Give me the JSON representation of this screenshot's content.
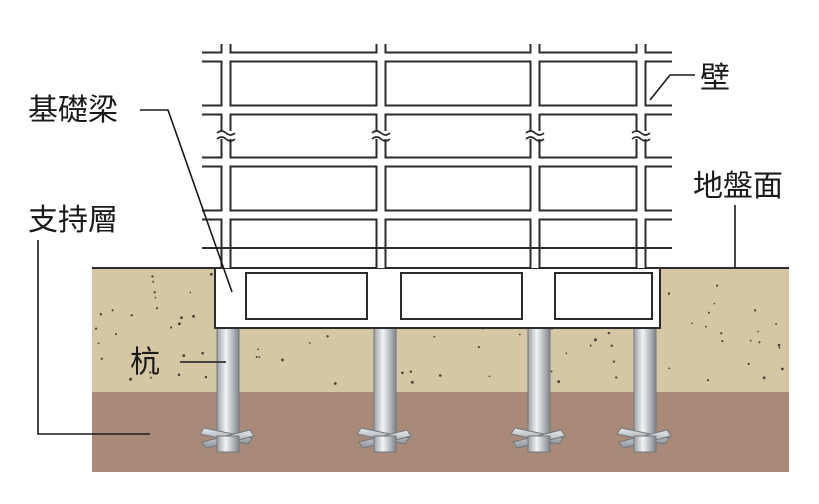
{
  "labels": {
    "wall": "壁",
    "foundation_beam": "基礎梁",
    "ground_surface": "地盤面",
    "bearing_layer": "支持層",
    "pile": "杭"
  },
  "colors": {
    "upper_soil": "#d6c7a4",
    "bearing_soil": "#a98a78",
    "soil_speckle": "#4a3f34",
    "frame_stroke": "#2b2b2b",
    "pile_light": "#eceff1",
    "pile_dark": "#8f969c",
    "leader_line": "#1a1a1a"
  }
}
